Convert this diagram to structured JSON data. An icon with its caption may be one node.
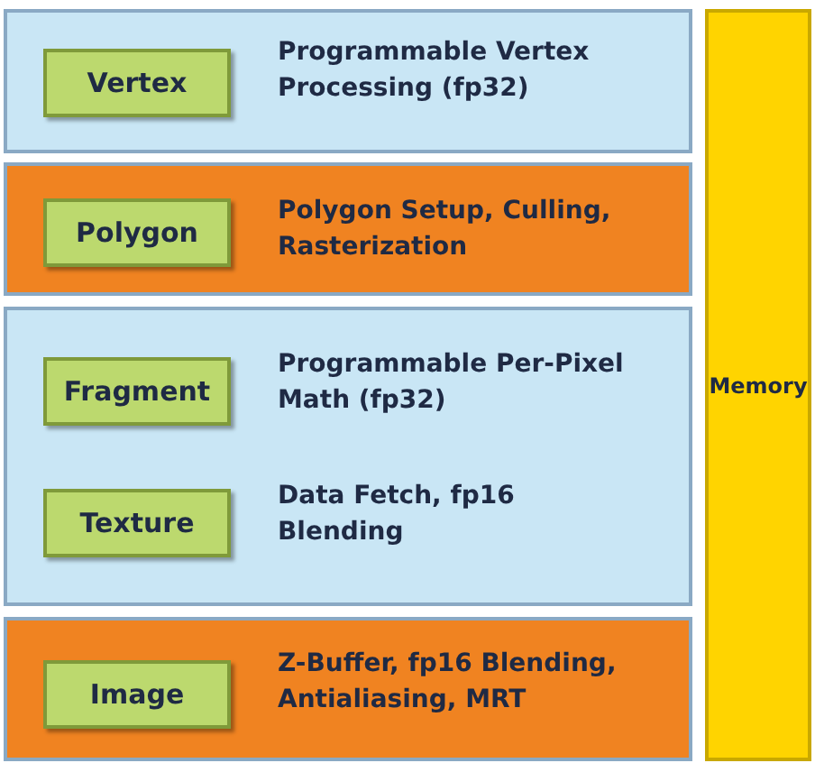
{
  "diagram": {
    "nodes": [
      {
        "text": [],
        "shape": "box"
      },
      {
        "text": [
          "Vertex"
        ],
        "in": 0,
        "beside": [
          "Programmable Vertex Processing (fp32)"
        ]
      },
      {
        "text": [],
        "shape": "box"
      },
      {
        "text": [
          "Polygon"
        ],
        "in": 2,
        "beside": [
          "Polygon Setup, Culling, Rasterization"
        ]
      },
      {
        "text": [],
        "shape": "box"
      },
      {
        "text": [
          "Fragment"
        ],
        "in": 4,
        "beside": [
          "Programmable Per-Pixel Math (fp32)"
        ]
      },
      {
        "text": [
          "Texture"
        ],
        "in": 4,
        "beside": [
          "Data Fetch, fp16 Blending"
        ]
      },
      {
        "text": [],
        "shape": "box"
      },
      {
        "text": [
          "Image"
        ],
        "in": 7,
        "beside": [
          "Z-Buffer, fp16 Blending, Antialiasing, MRT"
        ]
      },
      {
        "text": [
          "Memory"
        ]
      }
    ],
    "edges": []
  }
}
